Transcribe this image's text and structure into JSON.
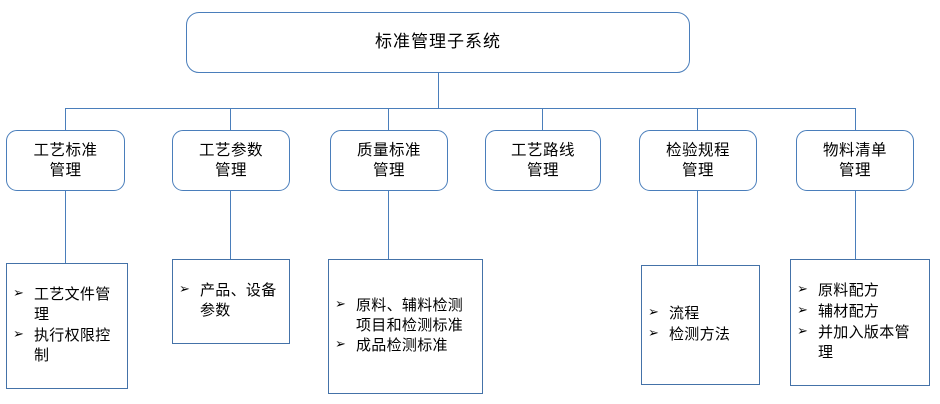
{
  "diagram": {
    "title_node": {
      "label": "标准管理子系统"
    },
    "accent_color": "#4a7ebb",
    "leaf_border_color": "#4472a8",
    "bullet_glyph": "➢",
    "branches": [
      {
        "id": "process-standard",
        "label": "工艺标准\n管理",
        "label_line1": "工艺标准",
        "label_line2": "管理",
        "items": [
          "工艺文件管理",
          "执行权限控制"
        ]
      },
      {
        "id": "process-parameter",
        "label": "工艺参数\n管理",
        "label_line1": "工艺参数",
        "label_line2": "管理",
        "items": [
          "产品、设备参数"
        ]
      },
      {
        "id": "quality-standard",
        "label": "质量标准\n管理",
        "label_line1": "质量标准",
        "label_line2": "管理",
        "items": [
          "原料、辅料检测项目和检测标准",
          "成品检测标准"
        ]
      },
      {
        "id": "process-route",
        "label": "工艺路线\n管理",
        "label_line1": "工艺路线",
        "label_line2": "管理",
        "items": []
      },
      {
        "id": "inspection-procedure",
        "label": "检验规程\n管理",
        "label_line1": "检验规程",
        "label_line2": "管理",
        "items": [
          "流程",
          "检测方法"
        ]
      },
      {
        "id": "bill-of-material",
        "label": "物料清单\n管理",
        "label_line1": "物料清单",
        "label_line2": "管理",
        "items": [
          "原料配方",
          "辅材配方",
          "并加入版本管理"
        ]
      }
    ]
  }
}
